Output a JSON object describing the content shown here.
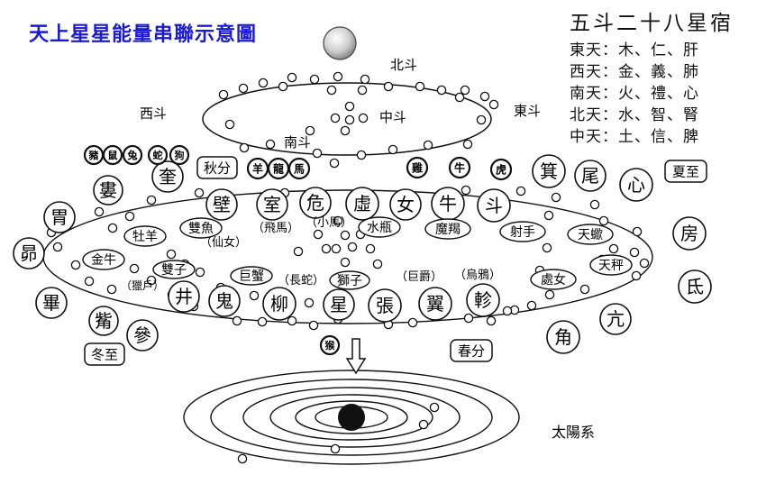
{
  "title": "天上星星能量串聯示意圖",
  "legend": {
    "title": "五斗二十八星宿",
    "rows": [
      "東天：木、仁、肝",
      "西天：金、義、肺",
      "南天：火、禮、心",
      "北天：水、智、腎",
      "中天：土、信、脾"
    ]
  },
  "dipper": {
    "north": "北斗",
    "middle": "中斗",
    "west": "西斗",
    "east": "東斗",
    "south": "南斗"
  },
  "mansions_circled": {
    "kui": "奎",
    "lou": "婁",
    "wei_stomach": "胃",
    "mao": "昴",
    "bi_net": "畢",
    "zi": "觜",
    "shen": "參",
    "bi_wall": "壁",
    "shi": "室",
    "wei_danger": "危",
    "xu": "虛",
    "nu": "女",
    "niu": "牛",
    "dou": "斗",
    "ji": "箕",
    "wei_tail": "尾",
    "xin": "心",
    "fang": "房",
    "di": "氐",
    "kang": "亢",
    "jiao": "角",
    "jing": "井",
    "gui": "鬼",
    "liu": "柳",
    "xing": "星",
    "zhang": "張",
    "yi": "翼",
    "zhen": "軫"
  },
  "zodiac": {
    "shuangyu": "雙魚",
    "shuiping": "水瓶",
    "mojie": "魔羯",
    "sheshou": "射手",
    "tianxie": "天蠍",
    "tiancheng": "天秤",
    "chunu": "處女",
    "shizi": "獅子",
    "juxie": "巨蟹",
    "shuangzi": "雙子",
    "jinniu": "金牛",
    "muyang": "牡羊"
  },
  "paren_labels": {
    "feima": "（飛馬）",
    "xiaoma": "（小馬）",
    "xiannu": "（仙女）",
    "changshe": "（長蛇）",
    "jujue": "（巨爵）",
    "wuya": "（烏鴉）",
    "lieyu": "（獵戶）"
  },
  "seasons": {
    "autumn": "秋分",
    "summer": "夏至",
    "winter": "冬至",
    "spring": "春分"
  },
  "animals_topleft": [
    "豬",
    "鼠",
    "兔",
    "蛇",
    "狗"
  ],
  "animals_top": [
    "羊",
    "龍",
    "馬"
  ],
  "animal_ji": "雞",
  "animal_niu": "牛",
  "animal_hu": "虎",
  "animal_hou": "猴",
  "solar_system": "太陽系"
}
